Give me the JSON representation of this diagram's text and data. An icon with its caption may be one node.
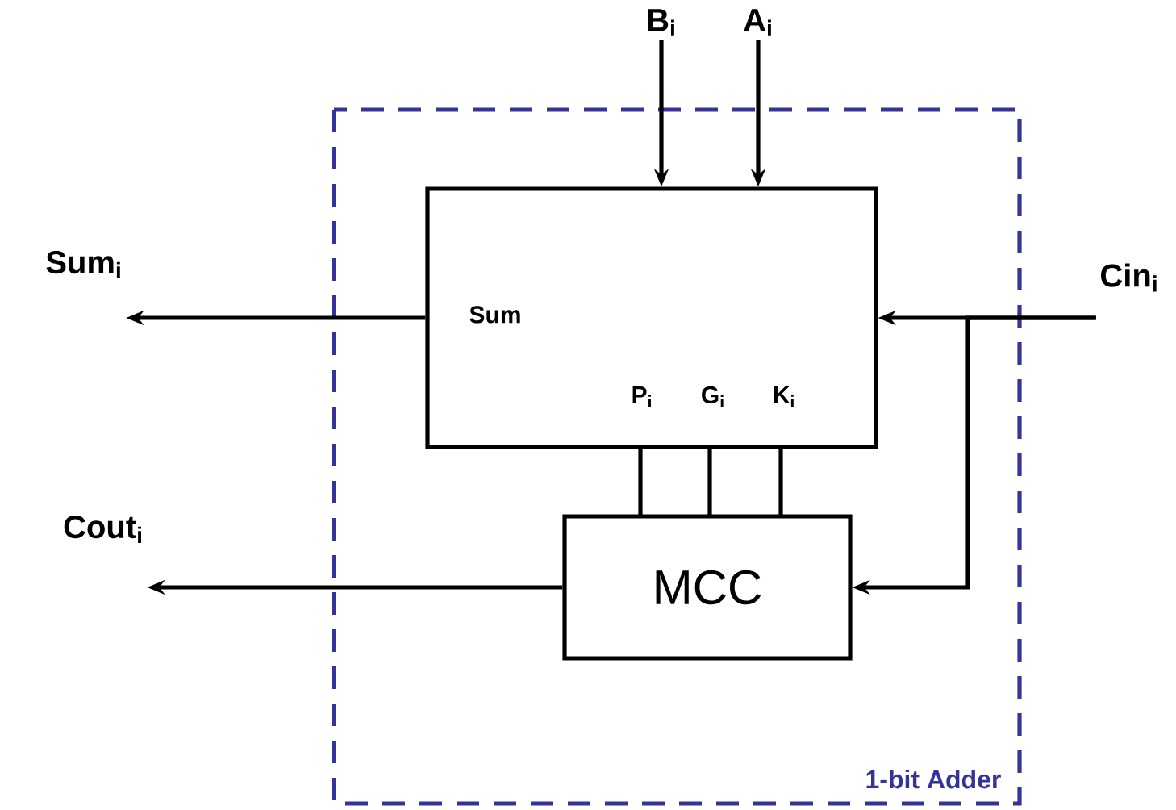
{
  "diagram": {
    "nodes": [
      {
        "text": [
          "1-bit Adder"
        ]
      },
      {
        "text": [
          "Sum",
          "P$_{i}$",
          "G$_{i}$",
          "K$_{i}$"
        ],
        "in": 0
      },
      {
        "text": [
          "MCC"
        ],
        "in": 0
      },
      {
        "text": [
          "B$_{i}$"
        ]
      },
      {
        "text": [
          "A$_{i}$"
        ]
      },
      {
        "text": [
          "Sum$_{i}$"
        ]
      },
      {
        "text": [
          "Cin$_{i}$"
        ]
      },
      {
        "text": [
          "Cout$_{i}$"
        ]
      }
    ],
    "edges": [
      {
        "from": 3,
        "to": 1,
        "arrow": "to"
      },
      {
        "from": 4,
        "to": 1,
        "arrow": "to"
      },
      {
        "from": 1,
        "to": 5,
        "arrow": "to"
      },
      {
        "from": 6,
        "to": 1,
        "arrow": "to"
      },
      {
        "from": 6,
        "to": 2,
        "arrow": "to"
      },
      {
        "from": 2,
        "to": 7,
        "arrow": "to"
      },
      {
        "from": 1,
        "to": 2,
        "arrow": "none"
      },
      {
        "from": 1,
        "to": 2,
        "arrow": "none"
      },
      {
        "from": 1,
        "to": 2,
        "arrow": "none"
      }
    ]
  }
}
